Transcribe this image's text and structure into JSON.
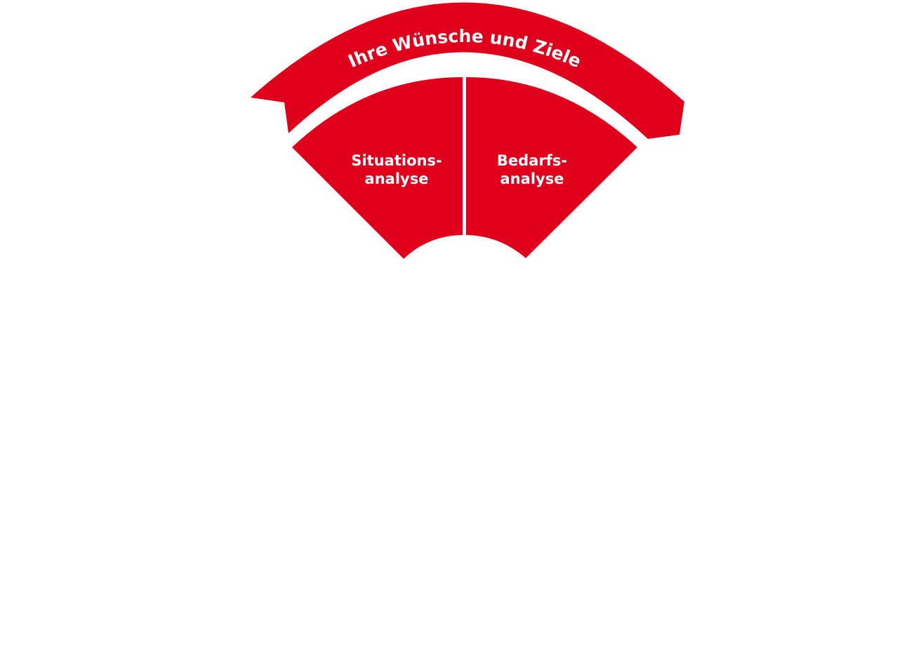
{
  "diagram": {
    "banner": {
      "label": "Ihre Wünsche und Ziele"
    },
    "segments": [
      {
        "line1": "Situations-",
        "line2": "analyse"
      },
      {
        "line1": "Bedarfs-",
        "line2": "analyse"
      }
    ],
    "colors": {
      "accent": "#e0001b",
      "background": "#ffffff",
      "text": "#ffffff"
    }
  }
}
